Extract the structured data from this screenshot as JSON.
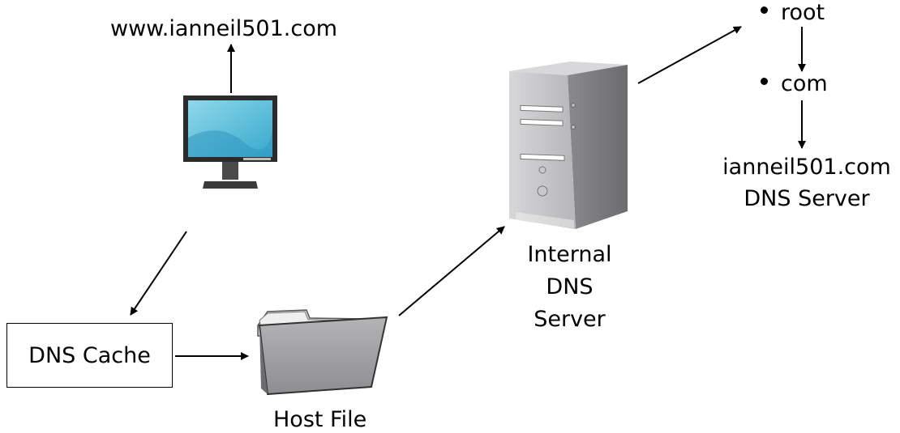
{
  "labels": {
    "website": "www.ianneil501.com",
    "dns_cache": "DNS Cache",
    "host_file": "Host File",
    "internal_dns_line1": "Internal",
    "internal_dns_line2": "DNS",
    "internal_dns_line3": "Server",
    "root": "root",
    "com": "com",
    "auth_line1": "ianneil501.com",
    "auth_line2": "DNS Server"
  },
  "colors": {
    "monitor_screen": "#5bc3dd",
    "monitor_frame": "#2b2b2b",
    "server_body": "#a9a9ab",
    "server_dark": "#707073",
    "folder": "#9a9a9c",
    "folder_dark": "#555557"
  }
}
